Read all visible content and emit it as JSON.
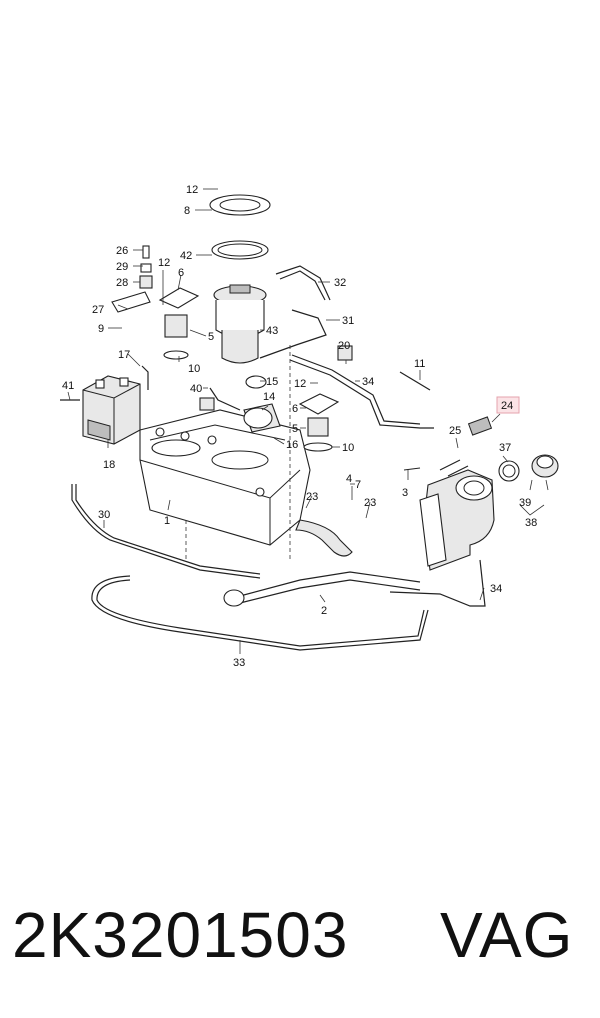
{
  "diagram": {
    "callouts": [
      "12",
      "8",
      "26",
      "42",
      "6",
      "29",
      "28",
      "27",
      "9",
      "12",
      "5",
      "43",
      "32",
      "31",
      "17",
      "20",
      "41",
      "10",
      "11",
      "15",
      "12",
      "34",
      "40",
      "24",
      "14",
      "6",
      "5",
      "25",
      "37",
      "18",
      "16",
      "10",
      "4",
      "3",
      "39",
      "38",
      "7",
      "23",
      "1",
      "23",
      "30",
      "34",
      "2",
      "33"
    ],
    "highlighted_callout": "24"
  },
  "caption": {
    "part_number": "2K3201503",
    "brand": "VAG"
  }
}
